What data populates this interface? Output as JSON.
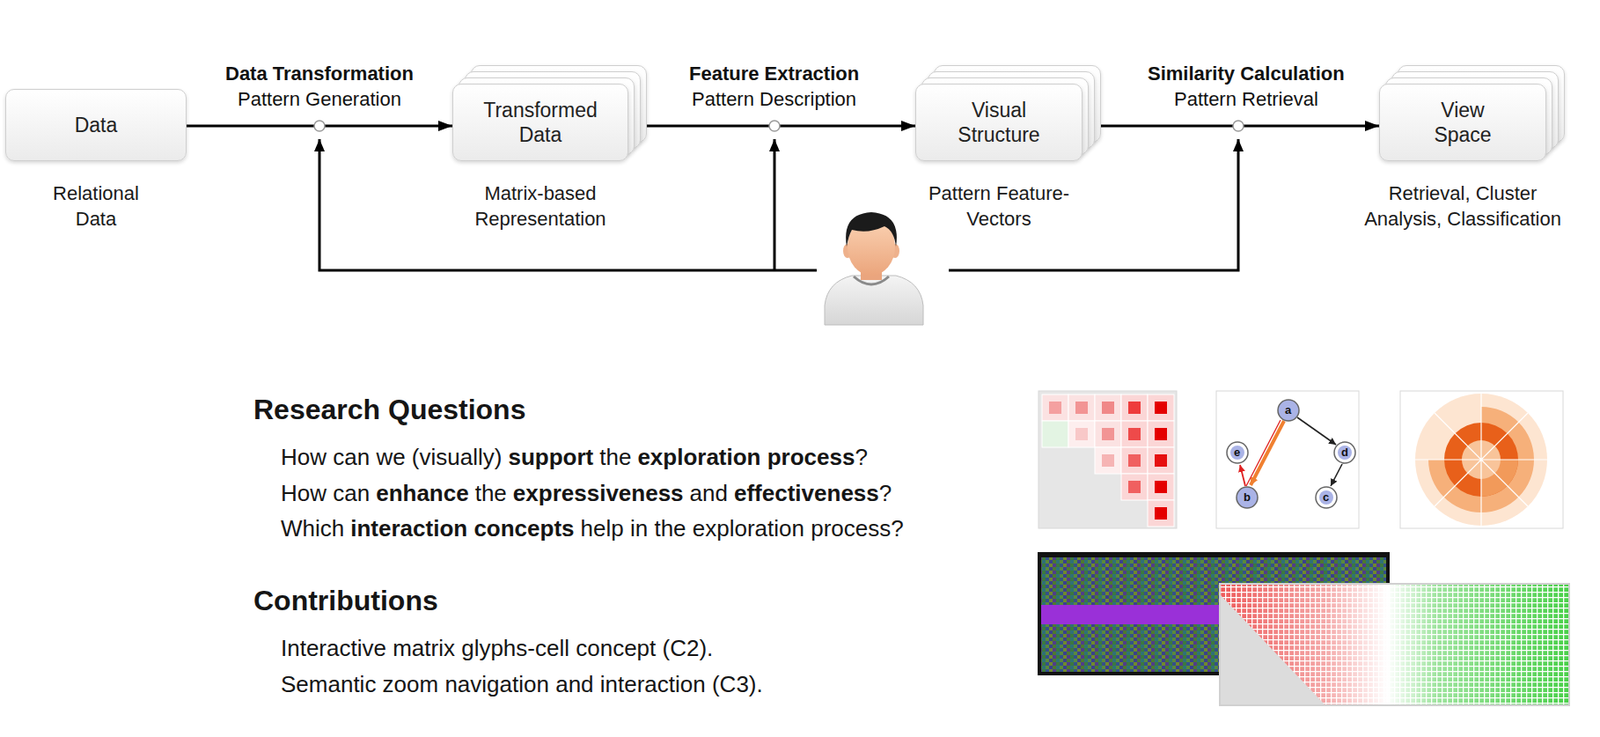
{
  "diagram": {
    "nodes": [
      {
        "text": [
          "Data",
          "Relational Data"
        ]
      },
      {
        "text": [
          "Research Questions",
          "How can we (visually)",
          "support",
          "the",
          "exploration process",
          "?",
          "How can",
          "enhance",
          "the",
          "expressiveness",
          "and",
          "effectiveness",
          "?",
          "Which",
          "interaction concepts",
          "help in the exploration process?",
          "Contributions",
          "Interactive matrix glyphs-cell concept (C2).",
          "Semantic zoom navigation and interaction (C3)."
        ]
      },
      {
        "text": [
          "Transformed Data",
          "Matrix-based Representation"
        ],
        "in": 1
      },
      {
        "text": [
          "Visual Structure",
          "Pattern Feature-Vectors"
        ]
      },
      {
        "text": [
          "View Space",
          "Retrieval, Cluster Analysis, Classification"
        ]
      }
    ],
    "edges": [
      {
        "from": 0,
        "to": 2,
        "arrow": "to",
        "label": "Data Transformation"
      },
      {
        "from": 2,
        "to": 3,
        "arrow": "to",
        "label": "Feature Extraction"
      },
      {
        "from": 3,
        "to": 4,
        "arrow": "to",
        "label": "Similarity Calculation"
      }
    ],
    "labels": [
      "Pattern Generation",
      "Pattern Description",
      "Pattern Retrieval",
      "a",
      "e",
      "d",
      "b",
      "c"
    ]
  }
}
